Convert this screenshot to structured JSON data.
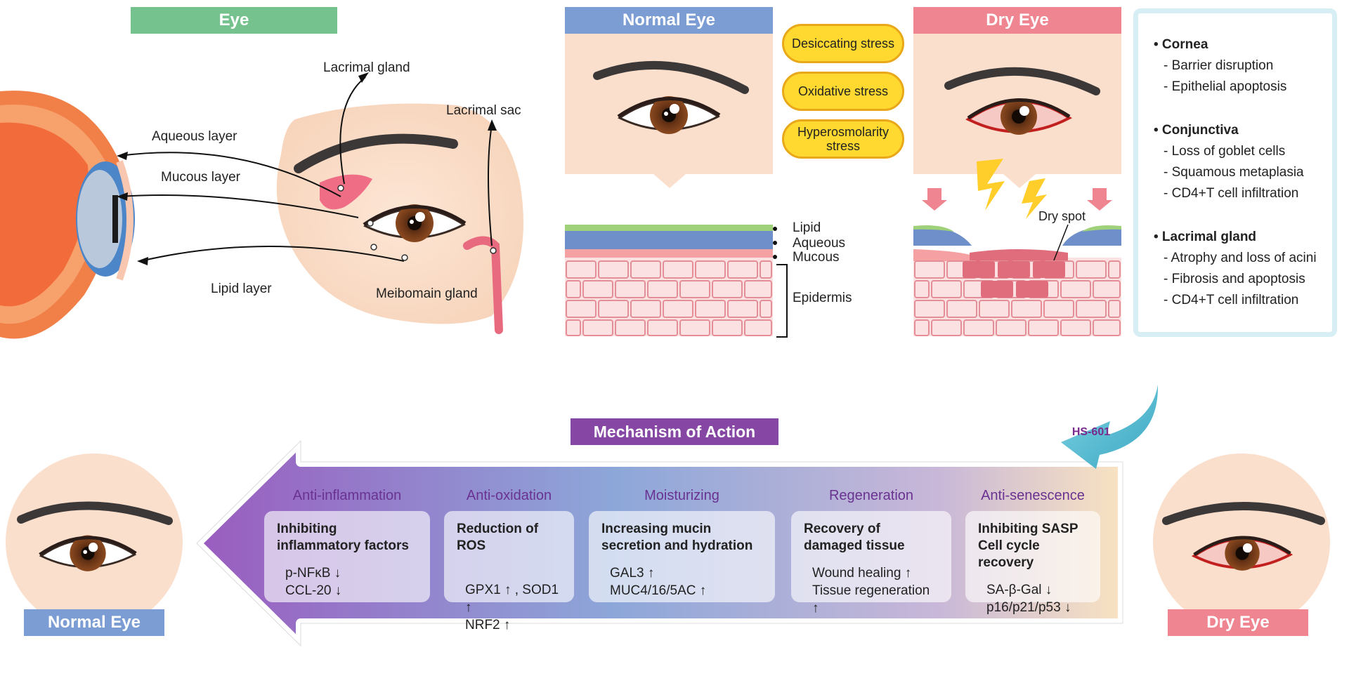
{
  "colors": {
    "eye_header": "#76c28e",
    "normal_header": "#7b9dd4",
    "dry_header": "#ee8590",
    "stress_fill": "#ffd92f",
    "moa_fill": "#8547a3",
    "arrow_violet": "#8e5cb3",
    "arrow_peach": "#f6d9b6",
    "hs_badge": "#4fb9cf"
  },
  "eye_panel": {
    "title": "Eye",
    "labels": {
      "lacrimal_gland": "Lacrimal gland",
      "lacrimal_sac": "Lacrimal sac",
      "aqueous_layer": "Aqueous layer",
      "mucous_layer": "Mucous layer",
      "lipid_layer": "Lipid layer",
      "meibomian_gland": "Meibomain gland"
    }
  },
  "normal_eye": {
    "title": "Normal Eye"
  },
  "dry_eye": {
    "title": "Dry Eye",
    "dry_spot": "Dry spot"
  },
  "stresses": [
    "Desiccating stress",
    "Oxidative stress",
    "Hyperosmolarity stress"
  ],
  "film_layers": {
    "lipid": "Lipid",
    "aqueous": "Aqueous",
    "mucous": "Mucous",
    "epidermis": "Epidermis"
  },
  "pathology": [
    {
      "heading": "• Cornea",
      "items": [
        "- Barrier disruption",
        "- Epithelial apoptosis"
      ]
    },
    {
      "heading": "• Conjunctiva",
      "items": [
        "- Loss of goblet cells",
        "- Squamous metaplasia",
        "- CD4+T cell infiltration"
      ]
    },
    {
      "heading": "• Lacrimal gland",
      "items": [
        "- Atrophy and loss of acini",
        "- Fibrosis and apoptosis",
        "- CD4+T cell infiltration"
      ]
    }
  ],
  "hs_label": "HS-601",
  "moa_title": "Mechanism of Action",
  "mechanisms": [
    {
      "heading": "Anti-inflammation",
      "title": "Inhibiting inflammatory factors",
      "markers": [
        "p-NFκB ↓",
        "CCL-20 ↓"
      ]
    },
    {
      "heading": "Anti-oxidation",
      "title": "Reduction of ROS",
      "markers": [
        "GPX1 ↑ , SOD1 ↑",
        "NRF2 ↑"
      ]
    },
    {
      "heading": "Moisturizing",
      "title": "Increasing mucin secretion and hydration",
      "markers": [
        "GAL3 ↑",
        "MUC4/16/5AC ↑"
      ]
    },
    {
      "heading": "Regeneration",
      "title": "Recovery of damaged tissue",
      "markers": [
        "Wound healing ↑",
        "Tissue regeneration ↑"
      ]
    },
    {
      "heading": "Anti-senescence",
      "title": "Inhibiting SASP Cell cycle recovery",
      "markers": [
        "SA-β-Gal ↓",
        "p16/p21/p53 ↓"
      ]
    }
  ],
  "bottom_labels": {
    "normal": "Normal Eye",
    "dry": "Dry Eye"
  }
}
